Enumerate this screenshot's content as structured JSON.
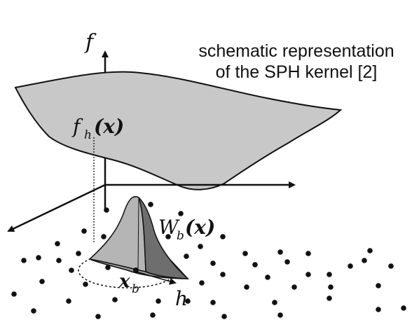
{
  "caption": {
    "line1": "schematic representation",
    "line2": "of the SPH kernel [2]"
  },
  "labels": {
    "f_axis": "f",
    "fh_base": "f",
    "fh_sub": "h",
    "fh_arg": "(x)",
    "W_base": "W",
    "W_sub": "b",
    "W_arg": "(x)",
    "xb_base": "x",
    "xb_sub": "b",
    "h": "h"
  },
  "colors": {
    "surface_fill": "#c8c8c8",
    "kernel_light": "#b5b5b5",
    "kernel_dark": "#6e6e6e",
    "kernel_base": "#9a9a9a",
    "ink": "#111111"
  }
}
